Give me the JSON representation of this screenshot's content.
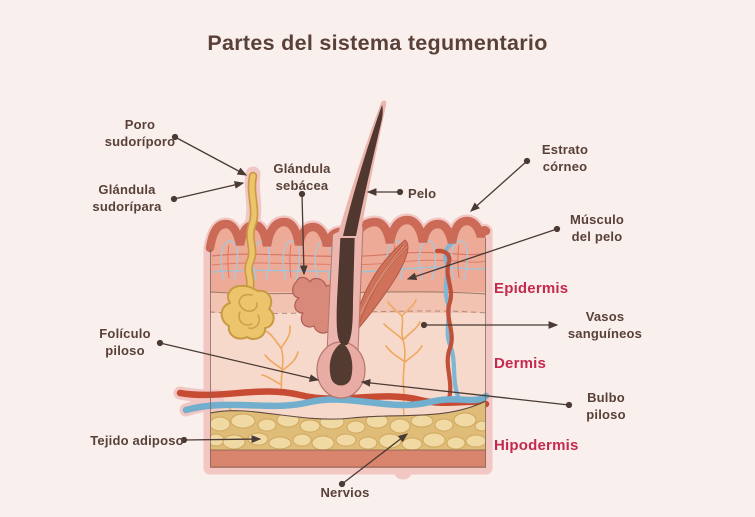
{
  "title": "Partes del sistema tegumentario",
  "labels": {
    "poro_sudoriporo": "Poro sudoríporo",
    "glandula_sudoripara": "Glándula sudorípara",
    "glandula_sebacea": "Glándula sebácea",
    "pelo": "Pelo",
    "estrato_corneo": "Estrato córneo",
    "musculo_del_pelo": "Músculo del pelo",
    "epidermis": "Epidermis",
    "vasos_sanguineos": "Vasos sanguíneos",
    "dermis": "Dermis",
    "foliculo_piloso": "Folículo piloso",
    "bulbo_piloso": "Bulbo piloso",
    "tejido_adiposo": "Tejido adiposo",
    "hipodermis": "Hipodermis",
    "nervios": "Nervios"
  },
  "colors": {
    "background": "#f9efec",
    "title_text": "#5b4038",
    "label_text": "#594139",
    "layer_label_text": "#c42a4e",
    "leader_line": "#4a3a33",
    "outline_glow_pink": "#f2c6c3",
    "stratum_corneum": "#ca6a57",
    "epidermis_fill": "#edaa96",
    "epidermis_lower_fill": "#f2c3b0",
    "dermis_fill": "#f7d9cb",
    "adipose_bg": "#dfbc77",
    "adipose_lobule": "#f0d9a2",
    "bottom_band": "#d9846d",
    "hair_brown": "#503830",
    "follicle_sheath_pink": "#ecb5ae",
    "sweat_gland_yellow": "#ecc46c",
    "sweat_gland_outline": "#c89a43",
    "sebaceous_gland": "#d8897a",
    "muscle_red": "#d0725a",
    "vessel_red": "#c84b33",
    "vessel_blue": "#72aecd",
    "nerve_orange": "#efa85f"
  }
}
